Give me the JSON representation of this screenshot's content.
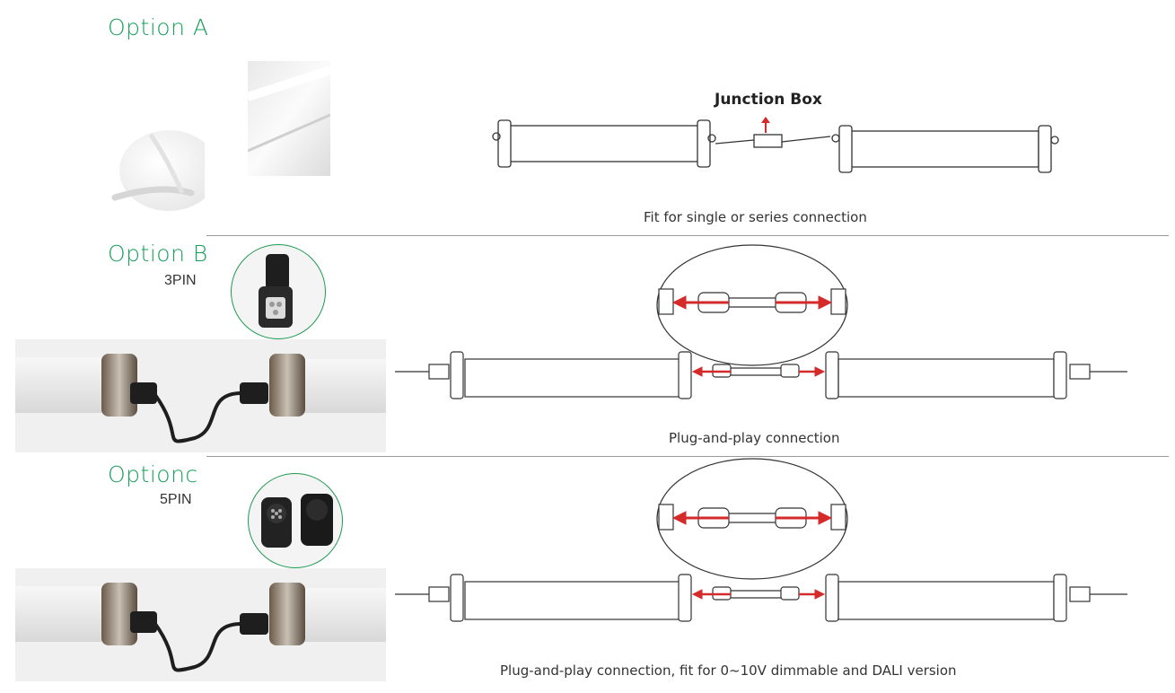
{
  "option_a": {
    "title": "Option A",
    "junction_label": "Junction Box",
    "caption": "Fit for single or series connection"
  },
  "option_b": {
    "title": "Option B",
    "pin": "3PIN",
    "caption": "Plug-and-play connection"
  },
  "option_c": {
    "title": "Optionc",
    "pin": "5PIN",
    "caption": "Plug-and-play connection, fit for 0~10V dimmable and DALI version"
  },
  "colors": {
    "accent": "#17a05a",
    "arrow": "#d42a2a",
    "line": "#333333"
  }
}
